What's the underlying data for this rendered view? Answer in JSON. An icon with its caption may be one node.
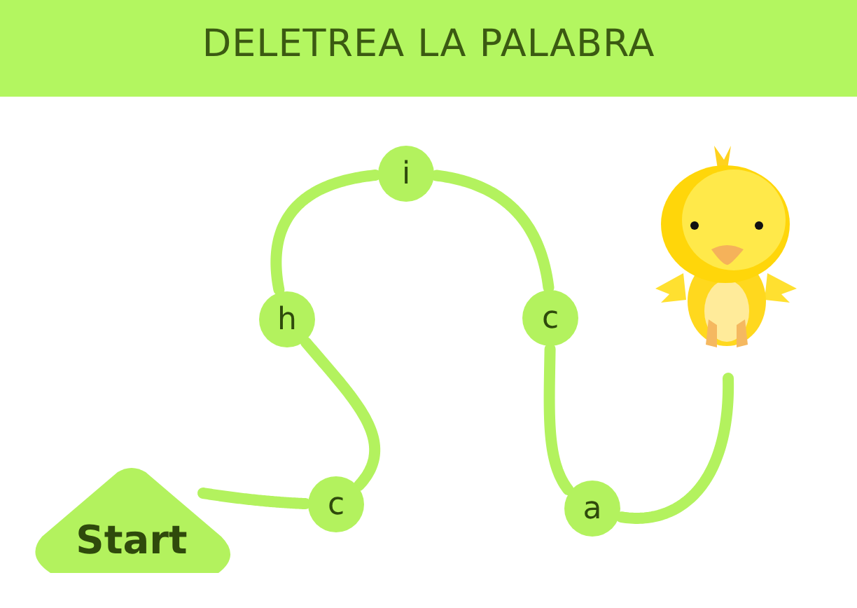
{
  "diagram": {
    "title": "DELETREA LA PALABRA",
    "nodes": [
      {
        "text": [
          "Start"
        ]
      },
      {
        "text": [
          "c"
        ]
      },
      {
        "text": [
          "h"
        ]
      },
      {
        "text": [
          "i"
        ]
      },
      {
        "text": [
          "c"
        ]
      },
      {
        "text": [
          "a"
        ]
      }
    ],
    "edges": [
      {
        "from": null,
        "to": 1,
        "arrow": "none"
      },
      {
        "from": 1,
        "to": 2,
        "arrow": "none"
      },
      {
        "from": 2,
        "to": 3,
        "arrow": "none"
      },
      {
        "from": 3,
        "to": 4,
        "arrow": "none"
      },
      {
        "from": 4,
        "to": 5,
        "arrow": "none"
      },
      {
        "from": 5,
        "to": null,
        "arrow": "none"
      }
    ]
  }
}
